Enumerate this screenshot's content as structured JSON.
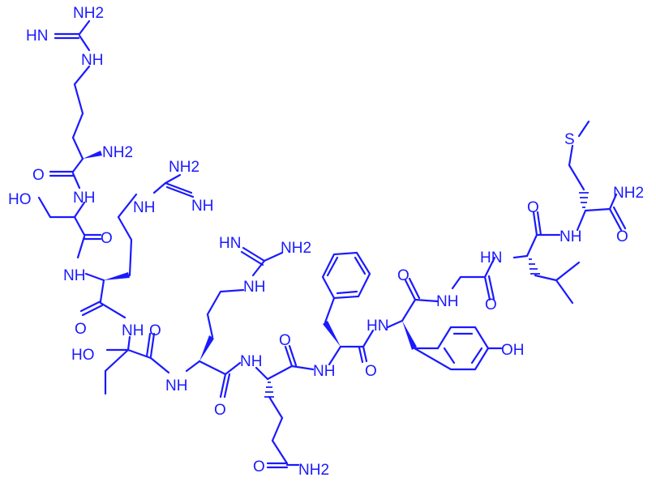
{
  "diagram": {
    "type": "chemical-structure",
    "color": "#1a1aff"
  },
  "atoms": {
    "arg1_nh2_top": "NH2",
    "arg1_hn": "HN",
    "arg1_nh": "NH",
    "arg1_alpha_nh2": "NH2",
    "ser_o": "O",
    "ser_nh": "NH",
    "ser_ho": "HO",
    "ser_o2": "O",
    "arg2_nh": "NH",
    "arg2_nh_side": "NH",
    "arg2_nh2": "NH2",
    "arg2_nh_eq": "NH",
    "thr_o": "O",
    "thr_nh": "NH",
    "thr_ho": "HO",
    "thr_o2": "O",
    "arg3_nh": "NH",
    "arg3_hn": "HN",
    "arg3_nh2": "NH2",
    "arg3_nh_side": "NH",
    "arg3_o": "O",
    "gln_nh": "NH",
    "gln_o": "O",
    "gln_o_side": "O",
    "gln_nh2": "NH2",
    "phe_nh": "NH",
    "phe_o": "O",
    "tyr_hn": "HN",
    "tyr_oh": "OH",
    "tyr_o": "O",
    "gly_nh": "NH",
    "gly_o": "O",
    "leu_hn": "HN",
    "leu_o": "O",
    "met_nh": "NH",
    "met_s": "S",
    "met_nh2": "NH2",
    "met_o": "O"
  }
}
